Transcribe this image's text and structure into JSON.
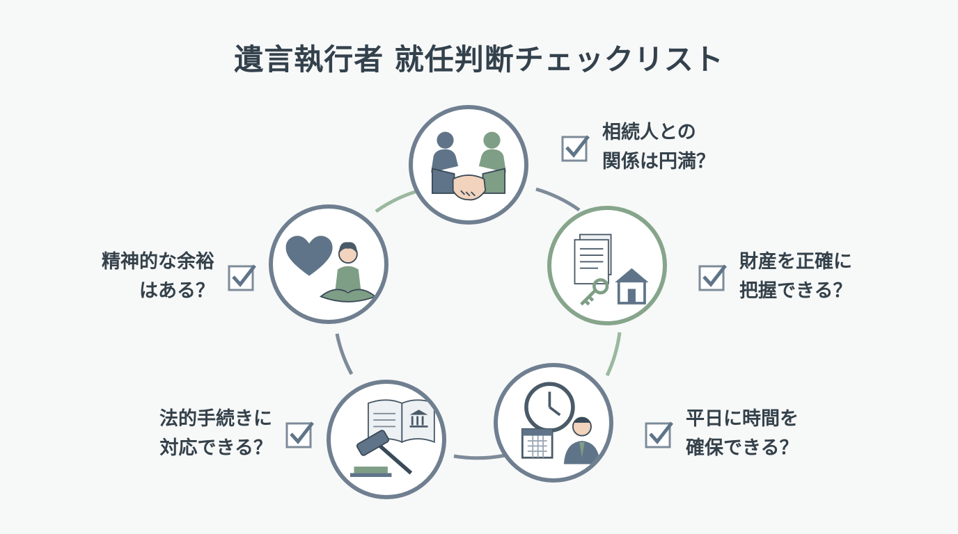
{
  "title": "遺言執行者 就任判断チェックリスト",
  "colors": {
    "accent_blue": "#5f7488",
    "accent_green": "#7e9e85",
    "ring_green": "#9ab89e",
    "ring_gray": "#7d8b99",
    "text": "#34414a"
  },
  "checklist": [
    {
      "id": "relationship",
      "line1": "相続人との",
      "line2": "関係は円満？",
      "icon": "handshake-icon",
      "checked": true
    },
    {
      "id": "assets",
      "line1": "財産を正確に",
      "line2": "把握できる？",
      "icon": "documents-key-house-icon",
      "checked": true
    },
    {
      "id": "time",
      "line1": "平日に時間を",
      "line2": "確保できる？",
      "icon": "clock-calendar-businessman-icon",
      "checked": true
    },
    {
      "id": "legal",
      "line1": "法的手続きに",
      "line2": "対応できる？",
      "icon": "gavel-law-book-icon",
      "checked": true
    },
    {
      "id": "mental",
      "line1": "精神的な余裕",
      "line2": "はある？",
      "icon": "heart-meditation-icon",
      "checked": true
    }
  ]
}
